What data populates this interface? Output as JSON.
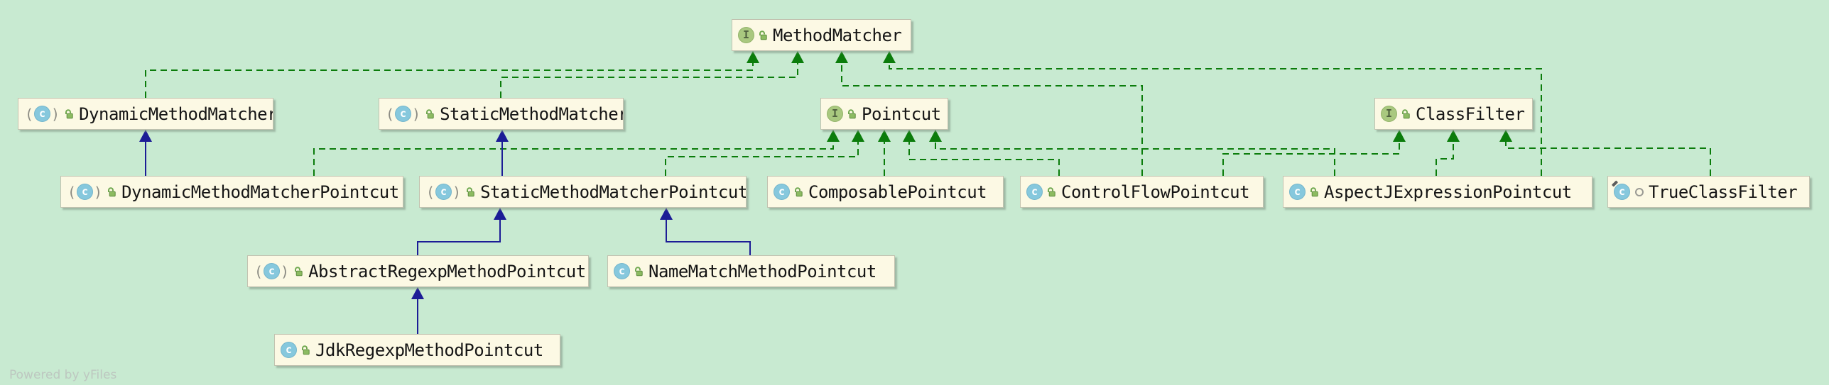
{
  "diagram": {
    "watermark": "Powered by yFiles",
    "colors": {
      "background": "#c8ead1",
      "node_fill": "#fcf9e4",
      "node_border": "#c2c2b0",
      "label_text": "#151515",
      "realization_edge_green": "#0b7c0b",
      "inheritance_edge_blue": "#1c1c96",
      "interface_icon_fill": "#a9c87f",
      "class_icon_fill": "#86c8dd"
    },
    "nodes": [
      {
        "id": "MethodMatcher",
        "label": "MethodMatcher",
        "kind": "interface",
        "visibility": "public"
      },
      {
        "id": "DynamicMethodMatcher",
        "label": "DynamicMethodMatcher",
        "kind": "abstract-class",
        "visibility": "public"
      },
      {
        "id": "StaticMethodMatcher",
        "label": "StaticMethodMatcher",
        "kind": "abstract-class",
        "visibility": "public"
      },
      {
        "id": "Pointcut",
        "label": "Pointcut",
        "kind": "interface",
        "visibility": "public"
      },
      {
        "id": "ClassFilter",
        "label": "ClassFilter",
        "kind": "interface",
        "visibility": "public"
      },
      {
        "id": "DynamicMethodMatcherPointcut",
        "label": "DynamicMethodMatcherPointcut",
        "kind": "abstract-class",
        "visibility": "public"
      },
      {
        "id": "StaticMethodMatcherPointcut",
        "label": "StaticMethodMatcherPointcut",
        "kind": "abstract-class",
        "visibility": "public"
      },
      {
        "id": "ComposablePointcut",
        "label": "ComposablePointcut",
        "kind": "class",
        "visibility": "public"
      },
      {
        "id": "ControlFlowPointcut",
        "label": "ControlFlowPointcut",
        "kind": "class",
        "visibility": "public"
      },
      {
        "id": "AspectJExpressionPointcut",
        "label": "AspectJExpressionPointcut",
        "kind": "class",
        "visibility": "public"
      },
      {
        "id": "TrueClassFilter",
        "label": "TrueClassFilter",
        "kind": "final-class",
        "visibility": "package-private"
      },
      {
        "id": "AbstractRegexpMethodPointcut",
        "label": "AbstractRegexpMethodPointcut",
        "kind": "abstract-class",
        "visibility": "public"
      },
      {
        "id": "NameMatchMethodPointcut",
        "label": "NameMatchMethodPointcut",
        "kind": "class",
        "visibility": "public"
      },
      {
        "id": "JdkRegexpMethodPointcut",
        "label": "JdkRegexpMethodPointcut",
        "kind": "class",
        "visibility": "public"
      }
    ],
    "edges": [
      {
        "from": "DynamicMethodMatcher",
        "to": "MethodMatcher",
        "relation": "implements"
      },
      {
        "from": "StaticMethodMatcher",
        "to": "MethodMatcher",
        "relation": "implements"
      },
      {
        "from": "ControlFlowPointcut",
        "to": "MethodMatcher",
        "relation": "implements"
      },
      {
        "from": "AspectJExpressionPointcut",
        "to": "MethodMatcher",
        "relation": "implements"
      },
      {
        "from": "DynamicMethodMatcherPointcut",
        "to": "Pointcut",
        "relation": "implements"
      },
      {
        "from": "StaticMethodMatcherPointcut",
        "to": "Pointcut",
        "relation": "implements"
      },
      {
        "from": "ComposablePointcut",
        "to": "Pointcut",
        "relation": "implements"
      },
      {
        "from": "ControlFlowPointcut",
        "to": "Pointcut",
        "relation": "implements"
      },
      {
        "from": "AspectJExpressionPointcut",
        "to": "Pointcut",
        "relation": "implements"
      },
      {
        "from": "ControlFlowPointcut",
        "to": "ClassFilter",
        "relation": "implements"
      },
      {
        "from": "AspectJExpressionPointcut",
        "to": "ClassFilter",
        "relation": "implements"
      },
      {
        "from": "TrueClassFilter",
        "to": "ClassFilter",
        "relation": "implements"
      },
      {
        "from": "DynamicMethodMatcherPointcut",
        "to": "DynamicMethodMatcher",
        "relation": "extends"
      },
      {
        "from": "StaticMethodMatcherPointcut",
        "to": "StaticMethodMatcher",
        "relation": "extends"
      },
      {
        "from": "AbstractRegexpMethodPointcut",
        "to": "StaticMethodMatcherPointcut",
        "relation": "extends"
      },
      {
        "from": "NameMatchMethodPointcut",
        "to": "StaticMethodMatcherPointcut",
        "relation": "extends"
      },
      {
        "from": "JdkRegexpMethodPointcut",
        "to": "AbstractRegexpMethodPointcut",
        "relation": "extends"
      }
    ]
  }
}
